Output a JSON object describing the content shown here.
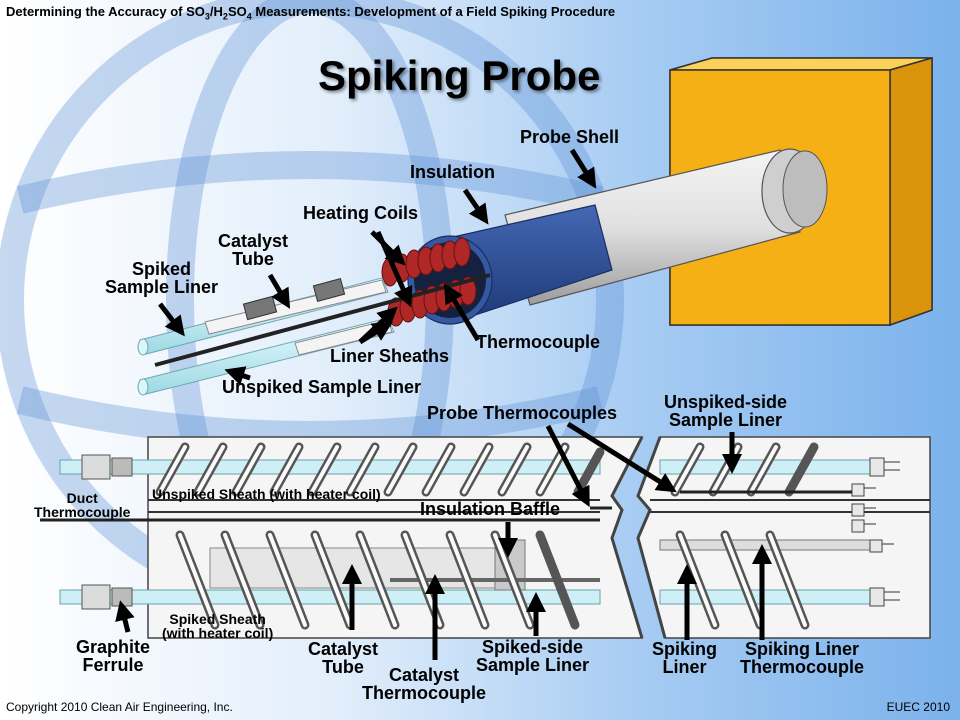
{
  "header": {
    "title_part1": "Determining the Accuracy of SO",
    "sub1": "3",
    "slash": "/H",
    "sub2": "2",
    "so": "SO",
    "sub3": "4",
    "title_part2": " Measurements: Development of a Field Spiking Procedure"
  },
  "slide_title": "Spiking Probe",
  "top_labels": {
    "probe_shell": "Probe Shell",
    "insulation": "Insulation",
    "heating_coils": "Heating Coils",
    "catalyst_tube_l1": "Catalyst",
    "catalyst_tube_l2": "Tube",
    "spiked_liner_l1": "Spiked",
    "spiked_liner_l2": "Sample Liner",
    "thermocouple": "Thermocouple",
    "liner_sheaths": "Liner Sheaths",
    "unspiked_liner": "Unspiked Sample Liner"
  },
  "bottom_labels": {
    "probe_thermocouples": "Probe Thermocouples",
    "unspiked_side_l1": "Unspiked-side",
    "unspiked_side_l2": "Sample Liner",
    "duct_tc_l1": "Duct",
    "duct_tc_l2": "Thermocouple",
    "unspiked_sheath": "Unspiked Sheath (with heater coil)",
    "insulation_baffle": "Insulation Baffle",
    "spiked_sheath_l1": "Spiked Sheath",
    "spiked_sheath_l2": "(with heater coil)",
    "graphite_l1": "Graphite",
    "graphite_l2": "Ferrule",
    "catalyst_tube_l1": "Catalyst",
    "catalyst_tube_l2": "Tube",
    "catalyst_tc_l1": "Catalyst",
    "catalyst_tc_l2": "Thermocouple",
    "spiked_side_l1": "Spiked-side",
    "spiked_side_l2": "Sample Liner",
    "spiking_liner_l1": "Spiking",
    "spiking_liner_l2": "Liner",
    "spiking_liner_tc_l1": "Spiking Liner",
    "spiking_liner_tc_l2": "Thermocouple"
  },
  "footer": {
    "copyright": "Copyright 2010 Clean Air Engineering, Inc.",
    "event": "EUEC 2010"
  },
  "colors": {
    "box": "#f7b512",
    "insulation": "#2e4f94",
    "coil": "#a82020",
    "shell": "#dcdcdc",
    "liner": "#c9eef4"
  }
}
